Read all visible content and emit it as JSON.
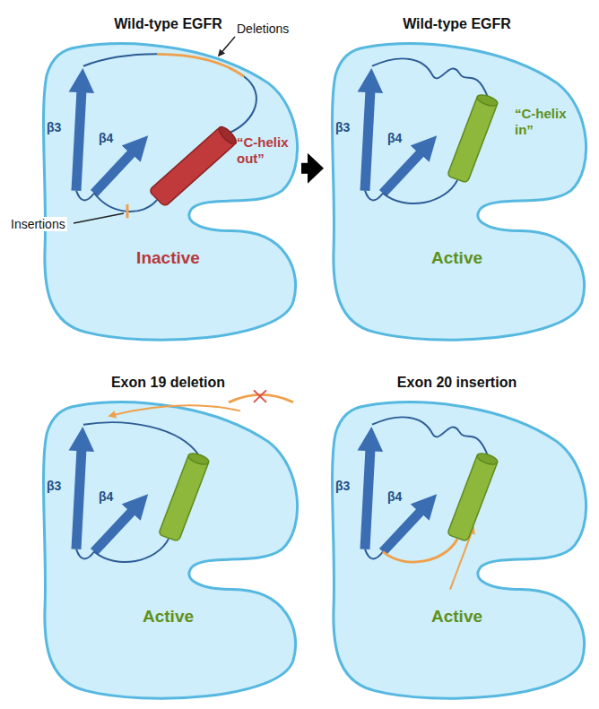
{
  "diagram": {
    "nodes": [
      {
        "text": [
          "Wild-type EGFR",
          "Inactive"
        ]
      },
      {
        "text": [
          "Wild-type EGFR",
          "Active"
        ]
      },
      {
        "text": [
          "Exon 19 deletion",
          "Active"
        ]
      },
      {
        "text": [
          "Exon 20 insertion",
          "Active"
        ]
      }
    ],
    "edges": [
      {
        "from": 0,
        "to": 1,
        "arrow": "to"
      }
    ],
    "labels": [
      "Deletions",
      "β3",
      "β4",
      "“C-helix out”",
      "Insertions",
      "β3",
      "β4",
      "“C-helix in”",
      "β3",
      "β4",
      "β3",
      "β4"
    ]
  }
}
